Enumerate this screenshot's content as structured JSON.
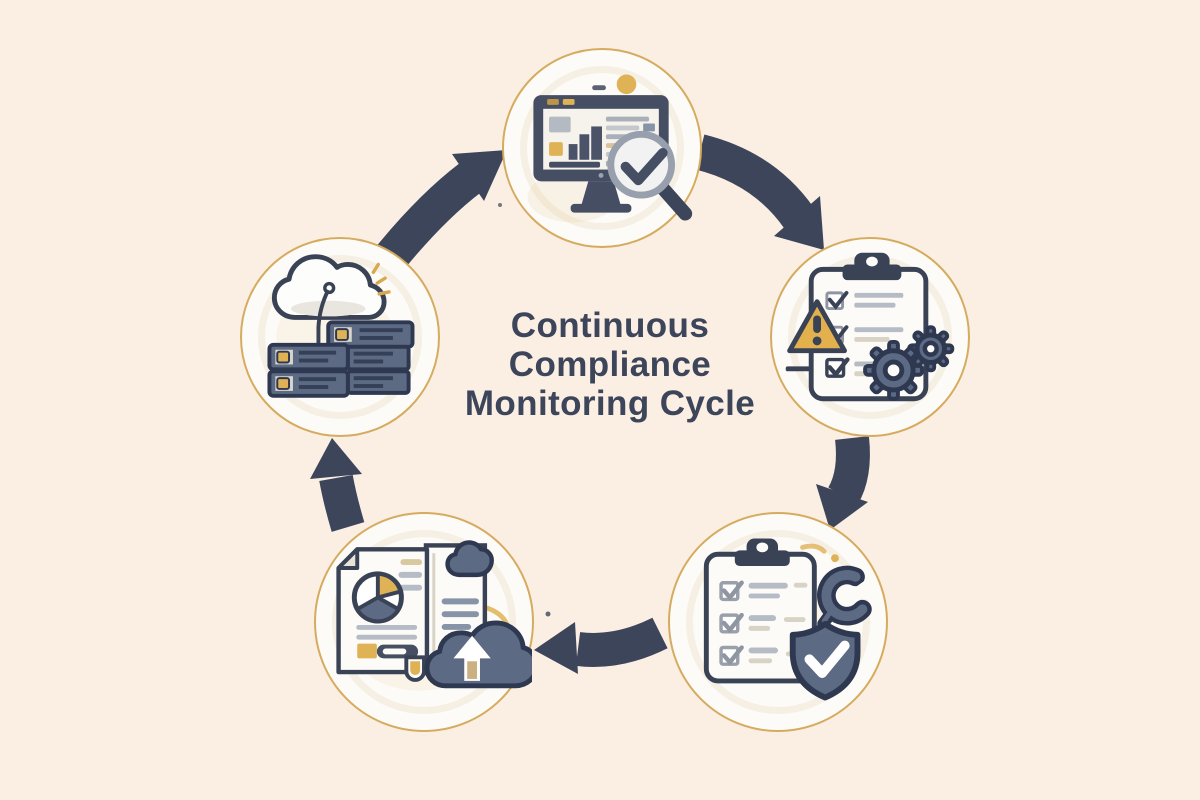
{
  "title": {
    "lines": [
      "Continuous",
      "Compliance",
      "Monitoring Cycle"
    ],
    "full_text": "Continuous Compliance Monitoring Cycle"
  },
  "diagram": {
    "type": "cycle",
    "direction": "clockwise",
    "node_count": 5,
    "nodes": [
      {
        "id": "monitoring-scan",
        "position": "top",
        "icon": "monitor-magnifier-check-icon"
      },
      {
        "id": "issue-detection",
        "position": "right",
        "icon": "clipboard-warning-gears-icon"
      },
      {
        "id": "remediation-protection",
        "position": "bottom-right",
        "icon": "clipboard-wrench-shield-icon"
      },
      {
        "id": "report-upload",
        "position": "bottom-left",
        "icon": "document-piechart-cloud-upload-icon"
      },
      {
        "id": "cloud-infrastructure",
        "position": "left",
        "icon": "cloud-server-stack-icon"
      }
    ],
    "arrows": [
      {
        "id": "left-to-top"
      },
      {
        "id": "top-to-right"
      },
      {
        "id": "right-to-bottom-right"
      },
      {
        "id": "bottom-right-to-bottom-left"
      },
      {
        "id": "bottom-left-to-left"
      }
    ]
  },
  "colors": {
    "bg": "#fbeee3",
    "ink": "#3d455a",
    "gear_edge": "#2e3850",
    "slate": "#5d6a84",
    "slate_light": "#8793a6",
    "gold": "#dfb255",
    "gold_dark": "#bd9445",
    "paper": "#fdfbf7",
    "ring": "#d5ac5f",
    "line_gray": "#b6bcc6",
    "line_soft": "#d9d3c5",
    "screen": "#f6f3ec"
  }
}
